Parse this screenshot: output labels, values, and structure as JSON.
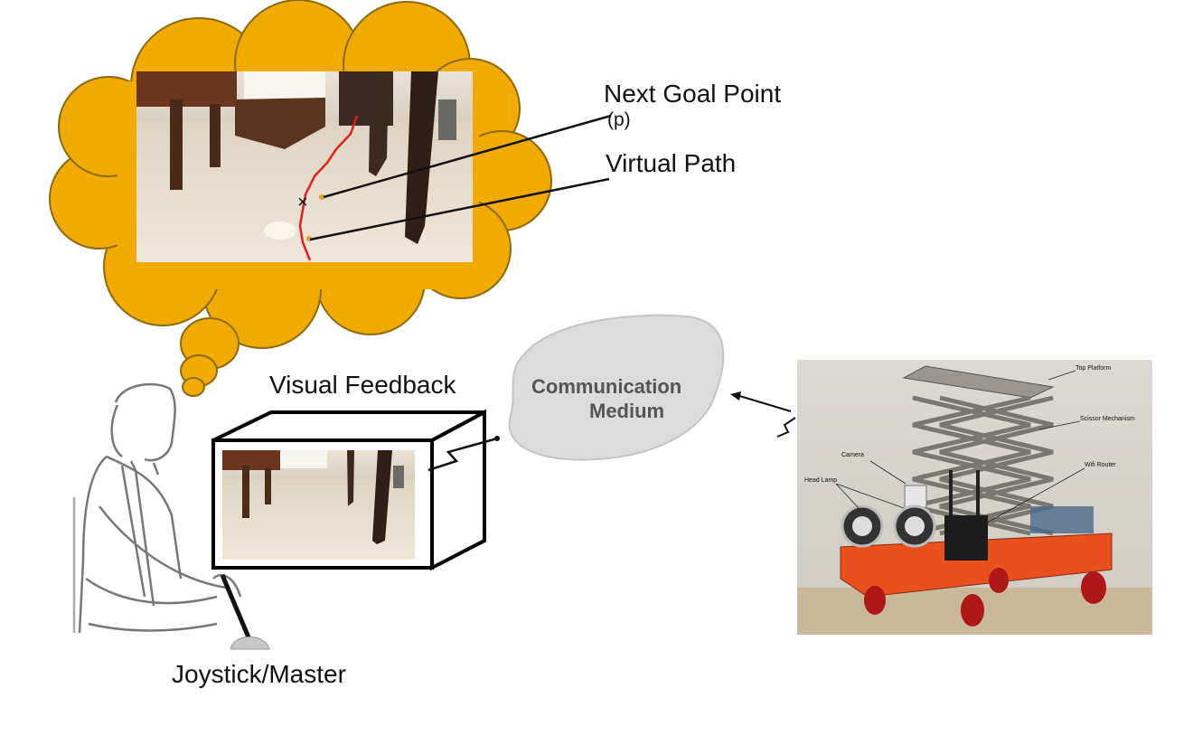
{
  "labels": {
    "next_goal": "Next Goal Point",
    "p": "(p)",
    "virtual_path": "Virtual Path",
    "visual_feedback": "Visual Feedback",
    "comm_line1": "Communication",
    "comm_line2": "Medium",
    "joystick": "Joystick/Master"
  },
  "robot_labels": {
    "top_platform": "Top Platform",
    "scissor": "Scissor Mechanism",
    "camera": "Camera",
    "wifi": "Wifi Router",
    "head_lamp": "Head Lamp"
  },
  "colors": {
    "thought_cloud": "#f0aa00",
    "comm_cloud": "#dcdcdc",
    "path": "#e02020",
    "robot_body": "#e8501e"
  }
}
